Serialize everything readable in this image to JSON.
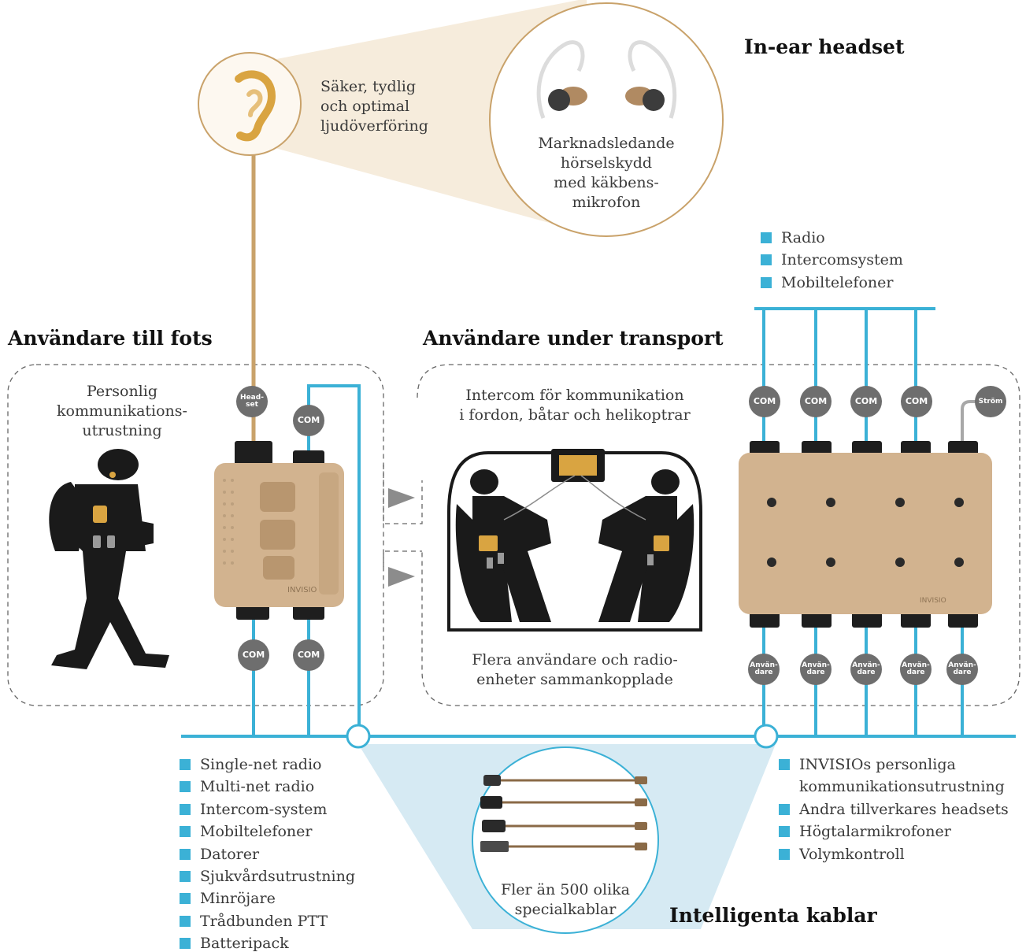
{
  "headings": {
    "in_ear": "In-ear headset",
    "foot": "Användare till fots",
    "transport": "Användare under transport",
    "cables": "Intelligenta kablar"
  },
  "captions": {
    "ear": [
      "Säker, tydlig",
      "och optimal",
      "ljudöverföring"
    ],
    "earbuds": [
      "Marknadsledande",
      "hörselskydd",
      "med käkbens-",
      "mikrofon"
    ],
    "personal": [
      "Personlig",
      "kommunikations-",
      "utrustning"
    ],
    "intercom": [
      "Intercom för kommunikation",
      "i fordon, båtar och helikoptrar"
    ],
    "multi_users": [
      "Flera användare och radio-",
      "enheter sammankopplade"
    ],
    "cables": [
      "Fler än 500 olika",
      "specialkablar"
    ]
  },
  "connector_labels": {
    "headset": [
      "Head-",
      "set"
    ],
    "com": "COM",
    "power": "Ström",
    "user": [
      "Använ-",
      "dare"
    ]
  },
  "device_brand": "INVISIO",
  "top_right_list": [
    "Radio",
    "Intercomsystem",
    "Mobiltelefoner"
  ],
  "bottom_left_list": [
    "Single-net radio",
    "Multi-net radio",
    "Intercom-system",
    "Mobiltelefoner",
    "Datorer",
    "Sjukvårdsutrustning",
    "Minröjare",
    "Trådbunden PTT",
    "Batteripack"
  ],
  "bottom_right_list": [
    {
      "text": "INVISIOs personliga",
      "bullet": true
    },
    {
      "text": "kommunikationsutrustning",
      "bullet": false
    },
    {
      "text": "Andra tillverkares headsets",
      "bullet": true
    },
    {
      "text": "Högtalarmikrofoner",
      "bullet": true
    },
    {
      "text": "Volymkontroll",
      "bullet": true
    }
  ],
  "colors": {
    "cable_blue": "#3bb1d6",
    "headset_gold": "#c9a26a",
    "device_tan": "#d2b38f",
    "callout_fill": "#f6ecdc",
    "cable_callout_fill": "#d6eaf3",
    "pill_gray": "#6e6e6e",
    "silhouette": "#1a1a1a"
  },
  "icons": [
    "ear-icon",
    "earbuds-image",
    "soldier-silhouette",
    "vehicle-cabin-illustration",
    "cable-assortment-image"
  ]
}
